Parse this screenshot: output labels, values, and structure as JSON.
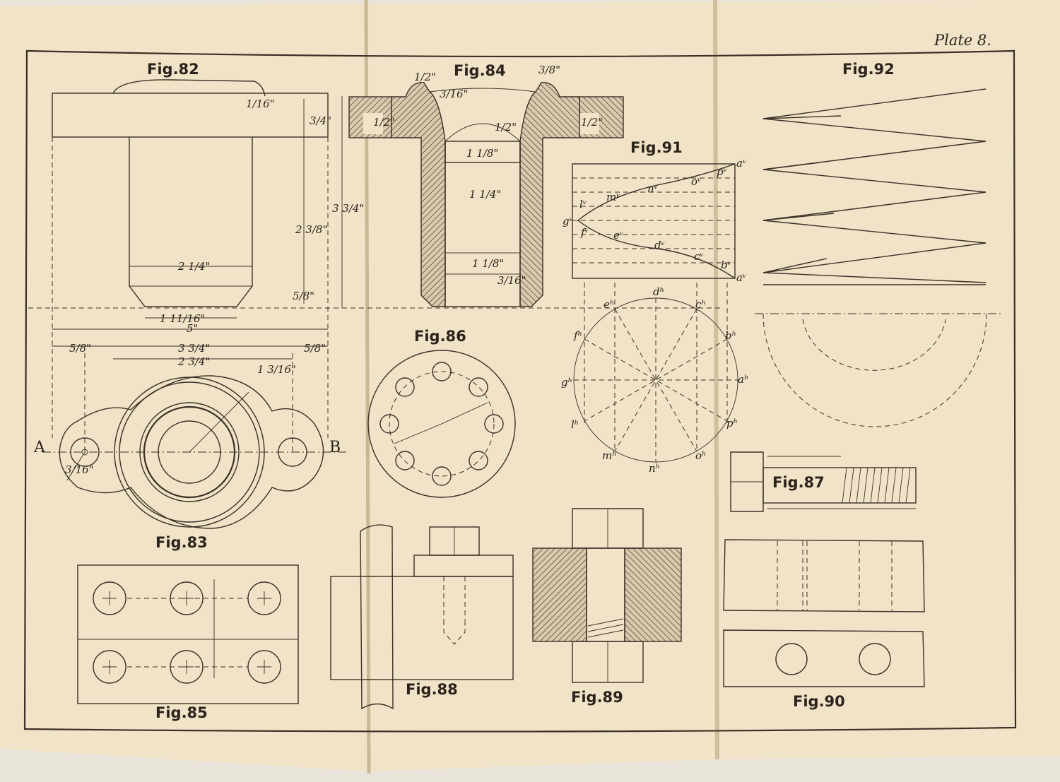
{
  "plate": {
    "label": "Plate 8."
  },
  "figures": {
    "f82": "Fig.82",
    "f83": "Fig.83",
    "f84": "Fig.84",
    "f85": "Fig.85",
    "f86": "Fig.86",
    "f87": "Fig.87",
    "f88": "Fig.88",
    "f89": "Fig.89",
    "f90": "Fig.90",
    "f91": "Fig.91",
    "f92": "Fig.92"
  },
  "fig82_dims": {
    "collar": "1/16\"",
    "flange": "3/4\"",
    "stem_len": "2 3/8\"",
    "total": "3 3/4\"",
    "stem_dia": "2 1/4\"",
    "chamfer": "5/8\"",
    "base": "1 11/16\"",
    "width": "5\""
  },
  "fig83_dims": {
    "left_off": "5/8\"",
    "span": "3 3/4\"",
    "right_off": "5/8\"",
    "inner": "2 3/4\"",
    "radius": "1 3/16\"",
    "hole": "3/16\"",
    "point_a": "A",
    "point_b": "B"
  },
  "fig84_dims": {
    "top_left": "1/2\"",
    "top_right": "3/8\"",
    "top_mid": "3/16\"",
    "flange_l": "1/2\"",
    "flange_r": "1/2\"",
    "bore_top": "1/2\"",
    "bore1": "1 1/8\"",
    "bore2": "1 1/4\"",
    "bore3": "1 1/8\"",
    "bottom": "3/16\""
  },
  "fig91_labels": {
    "av": "aᵛ",
    "bv": "bᵛ",
    "cv": "cᵛ",
    "dv": "dᵛ",
    "ev": "eᵛ",
    "fv": "fᵛ",
    "gv": "gᵛ",
    "lv": "lᵛ",
    "mv": "mᵛ",
    "nv": "nᵛ",
    "ov": "oᵛ",
    "pv": "pᵛ",
    "av2": "aᵛ",
    "ah": "aʰ",
    "bh": "bʰ",
    "ch": "cʰ",
    "dh": "dʰ",
    "eh": "eʰ",
    "fh": "fʰ",
    "gh": "gʰ",
    "lh": "lʰ",
    "mh": "mʰ",
    "nh": "nʰ",
    "oh": "oʰ",
    "ph": "pʰ"
  }
}
